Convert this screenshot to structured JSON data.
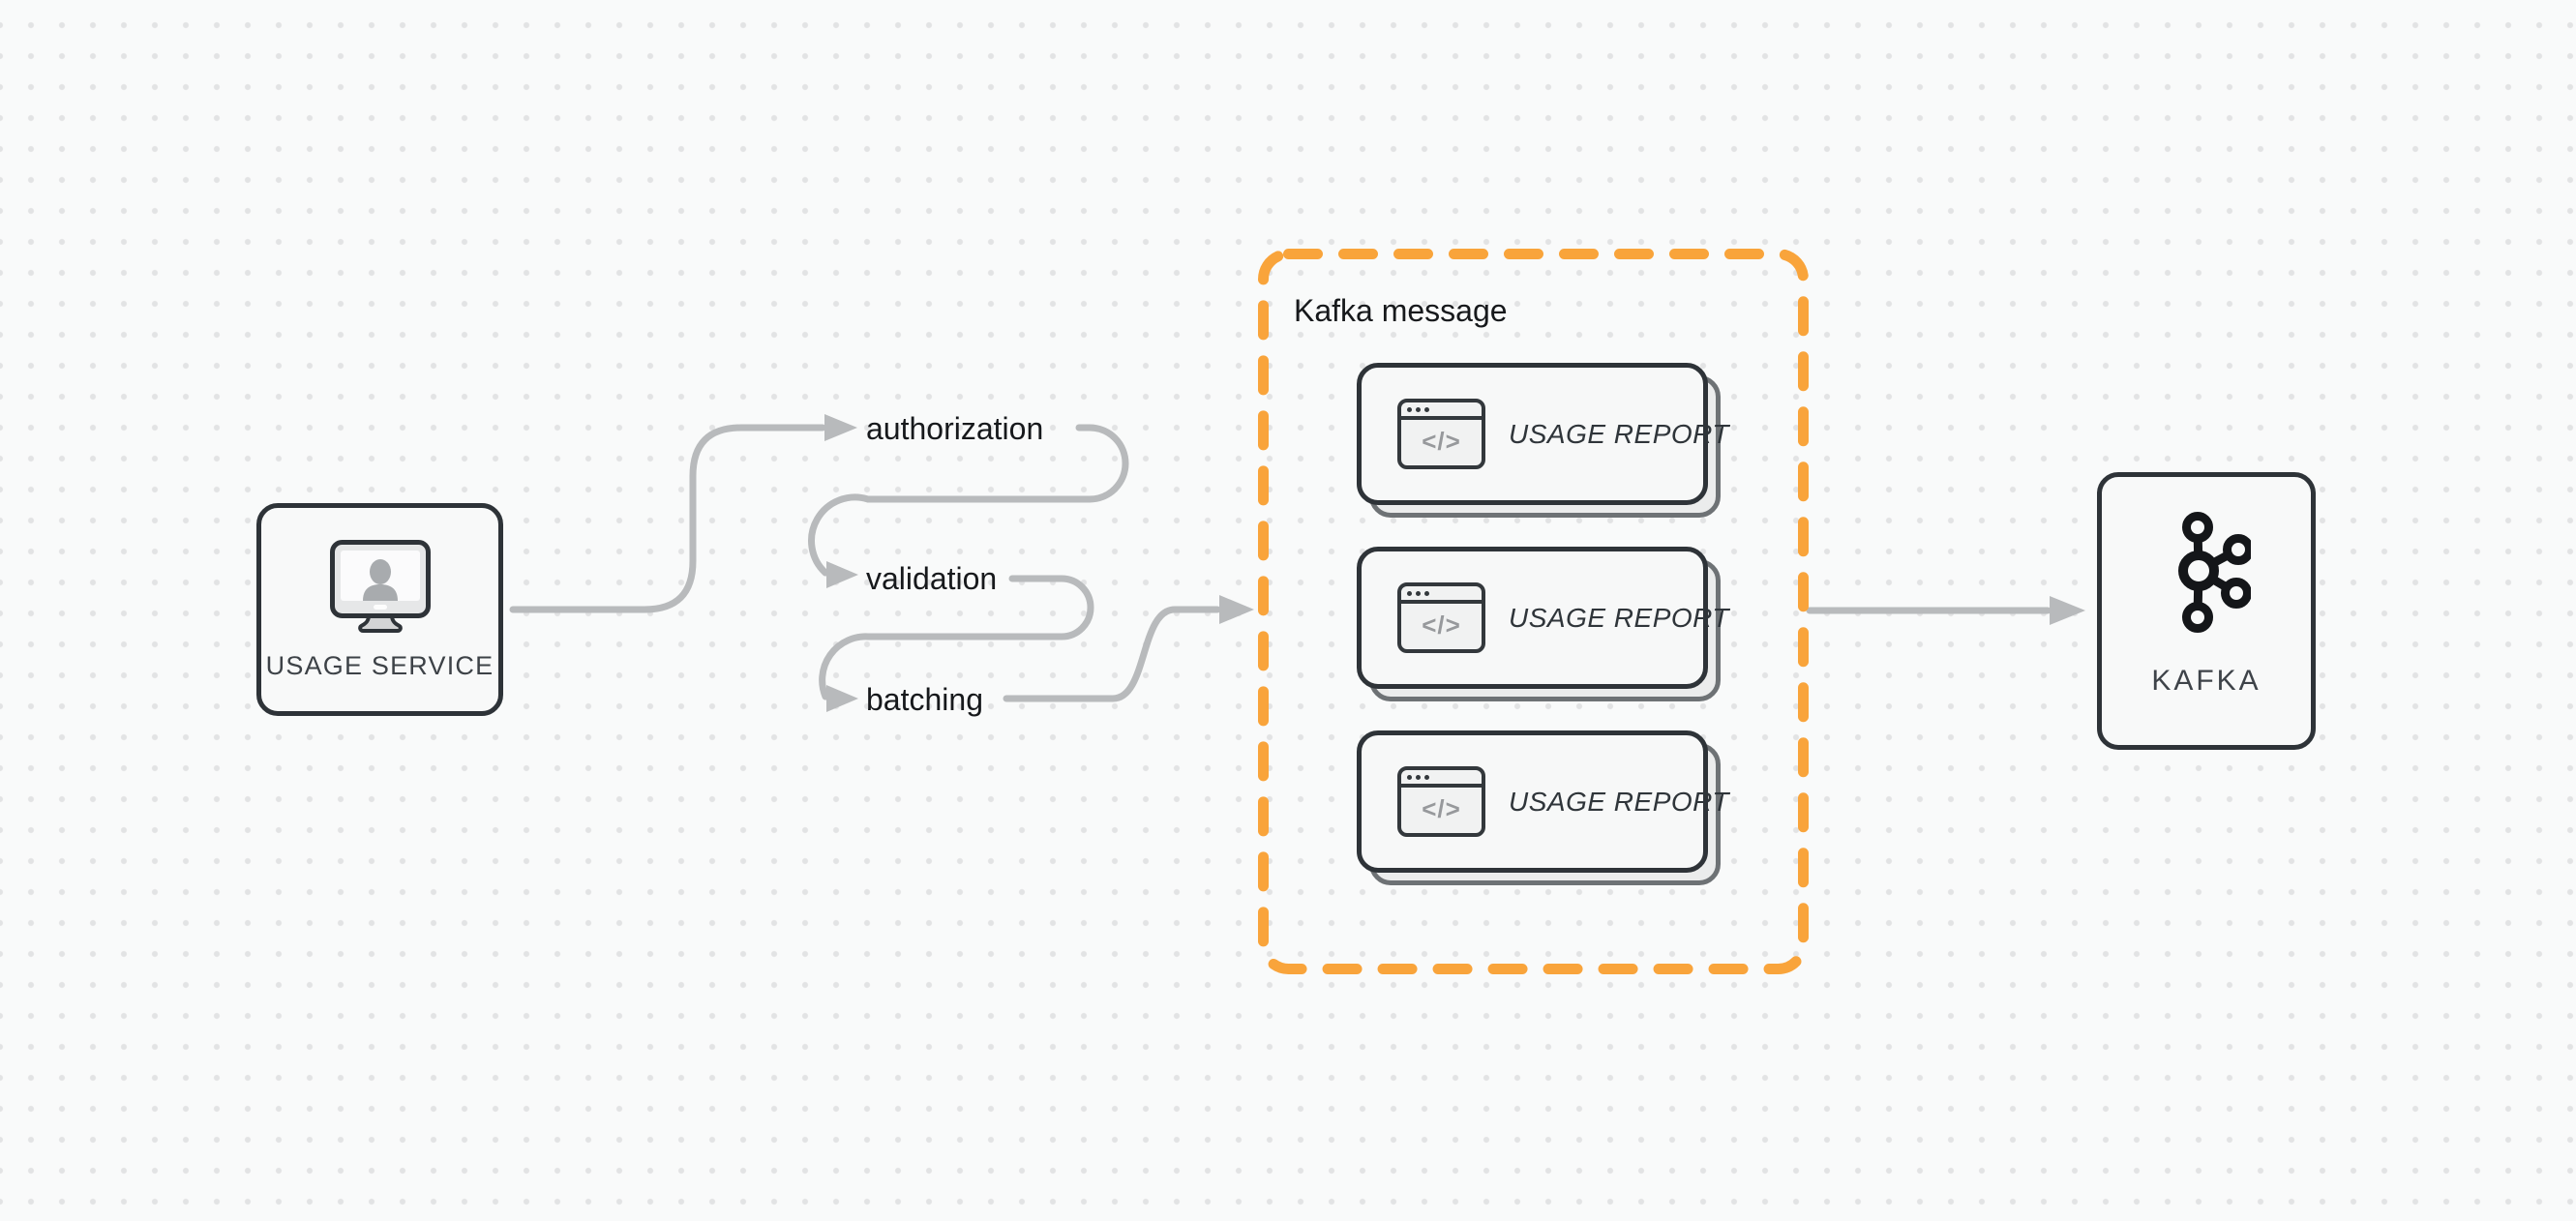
{
  "nodes": {
    "usage_service": {
      "label": "USAGE SERVICE",
      "icon": "monitor-user-icon"
    },
    "kafka": {
      "label": "KAFKA",
      "icon": "kafka-logo-icon"
    }
  },
  "pipeline_steps": [
    {
      "label": "authorization"
    },
    {
      "label": "validation"
    },
    {
      "label": "batching"
    }
  ],
  "kafka_message_group": {
    "title": "Kafka message",
    "cards": [
      {
        "label": "USAGE REPORT",
        "icon": "code-window-icon",
        "code_glyph": "</>"
      },
      {
        "label": "USAGE REPORT",
        "icon": "code-window-icon",
        "code_glyph": "</>"
      },
      {
        "label": "USAGE REPORT",
        "icon": "code-window-icon",
        "code_glyph": "</>"
      }
    ]
  },
  "colors": {
    "canvas_bg": "#f9fafa",
    "dot_grid": "#e2e3e4",
    "accent_orange": "#F9A43B",
    "connector_gray": "#b8babc",
    "node_border": "#2e3338",
    "label_text": "#17191c"
  }
}
